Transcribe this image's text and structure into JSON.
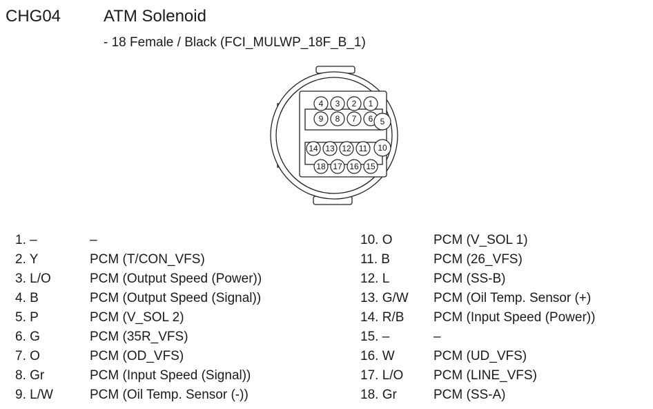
{
  "header": {
    "code": "CHG04",
    "title": "ATM Solenoid",
    "subtitle": "- 18 Female / Black (FCI_MULWP_18F_B_1)"
  },
  "connector": {
    "rows": [
      [
        "4",
        "3",
        "2",
        "1"
      ],
      [
        "9",
        "8",
        "7",
        "6"
      ],
      [
        "14",
        "13",
        "12",
        "11"
      ],
      [
        "18",
        "17",
        "16",
        "15"
      ]
    ],
    "side_pins": [
      "5",
      "10"
    ]
  },
  "pins": [
    {
      "no": "1. –",
      "desc": "–"
    },
    {
      "no": "2. Y",
      "desc": "PCM (T/CON_VFS)"
    },
    {
      "no": "3. L/O",
      "desc": "PCM (Output Speed (Power))"
    },
    {
      "no": "4. B",
      "desc": "PCM (Output Speed (Signal))"
    },
    {
      "no": "5. P",
      "desc": "PCM (V_SOL 2)"
    },
    {
      "no": "6. G",
      "desc": "PCM (35R_VFS)"
    },
    {
      "no": "7. O",
      "desc": "PCM (OD_VFS)"
    },
    {
      "no": "8. Gr",
      "desc": "PCM (Input Speed (Signal))"
    },
    {
      "no": "9. L/W",
      "desc": "PCM (Oil Temp. Sensor (-))"
    },
    {
      "no": "10. O",
      "desc": "PCM (V_SOL 1)"
    },
    {
      "no": "11. B",
      "desc": "PCM (26_VFS)"
    },
    {
      "no": "12. L",
      "desc": "PCM (SS-B)"
    },
    {
      "no": "13. G/W",
      "desc": "PCM (Oil Temp. Sensor (+)"
    },
    {
      "no": "14. R/B",
      "desc": "PCM (Input Speed (Power))"
    },
    {
      "no": "15. –",
      "desc": "–"
    },
    {
      "no": "16. W",
      "desc": "PCM (UD_VFS)"
    },
    {
      "no": "17. L/O",
      "desc": "PCM (LINE_VFS)"
    },
    {
      "no": "18. Gr",
      "desc": "PCM (SS-A)"
    }
  ]
}
